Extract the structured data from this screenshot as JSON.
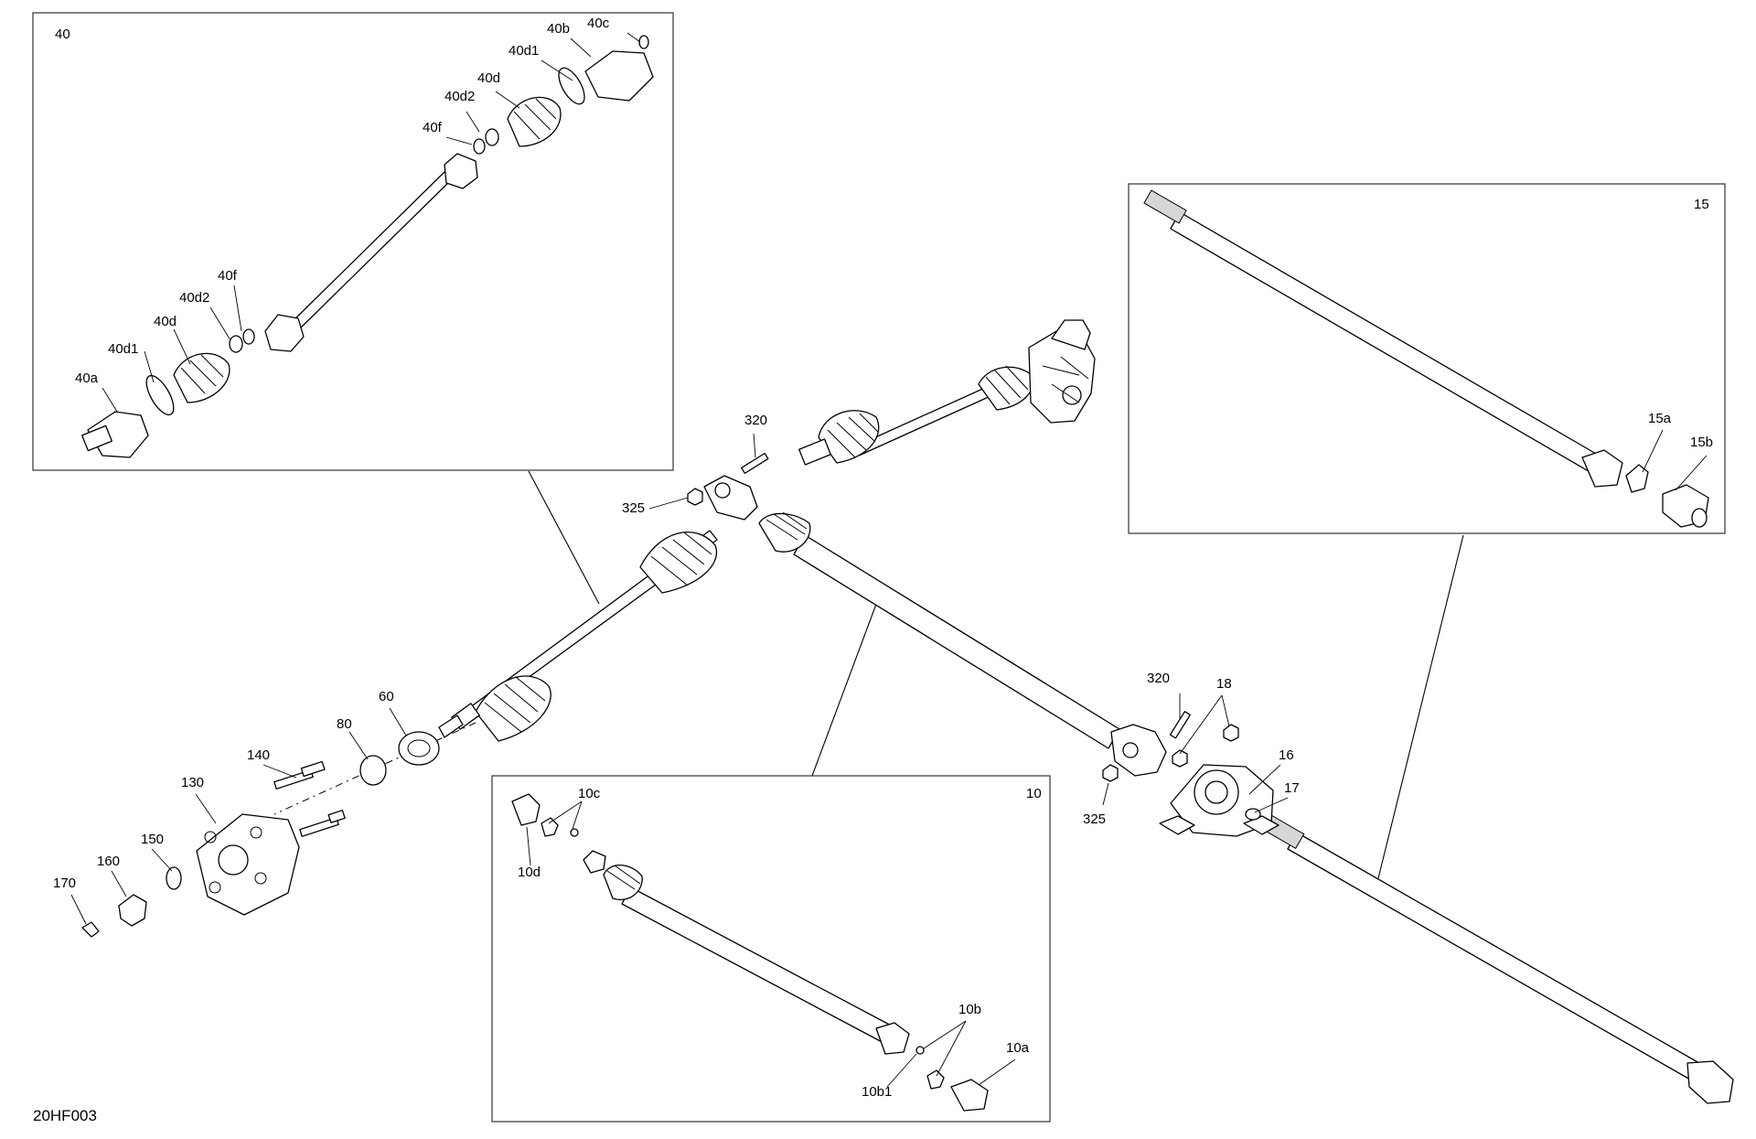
{
  "diagram_code": "20HF003",
  "boxes": {
    "b40": "40",
    "b15": "15",
    "b10": "10"
  },
  "callouts": {
    "c40c": "40c",
    "c40b": "40b",
    "c40d1_top": "40d1",
    "c40d_top": "40d",
    "c40d2_top": "40d2",
    "c40f_top": "40f",
    "c40f_bot": "40f",
    "c40d2_bot": "40d2",
    "c40d_bot": "40d",
    "c40d1_bot": "40d1",
    "c40a": "40a",
    "c15a": "15a",
    "c15b": "15b",
    "c320_a": "320",
    "c325_a": "325",
    "c320_b": "320",
    "c325_b": "325",
    "c18": "18",
    "c16": "16",
    "c17": "17",
    "c60": "60",
    "c80": "80",
    "c140": "140",
    "c130": "130",
    "c150": "150",
    "c160": "160",
    "c170": "170",
    "c10c": "10c",
    "c10d": "10d",
    "c10b": "10b",
    "c10b1": "10b1",
    "c10a": "10a"
  }
}
